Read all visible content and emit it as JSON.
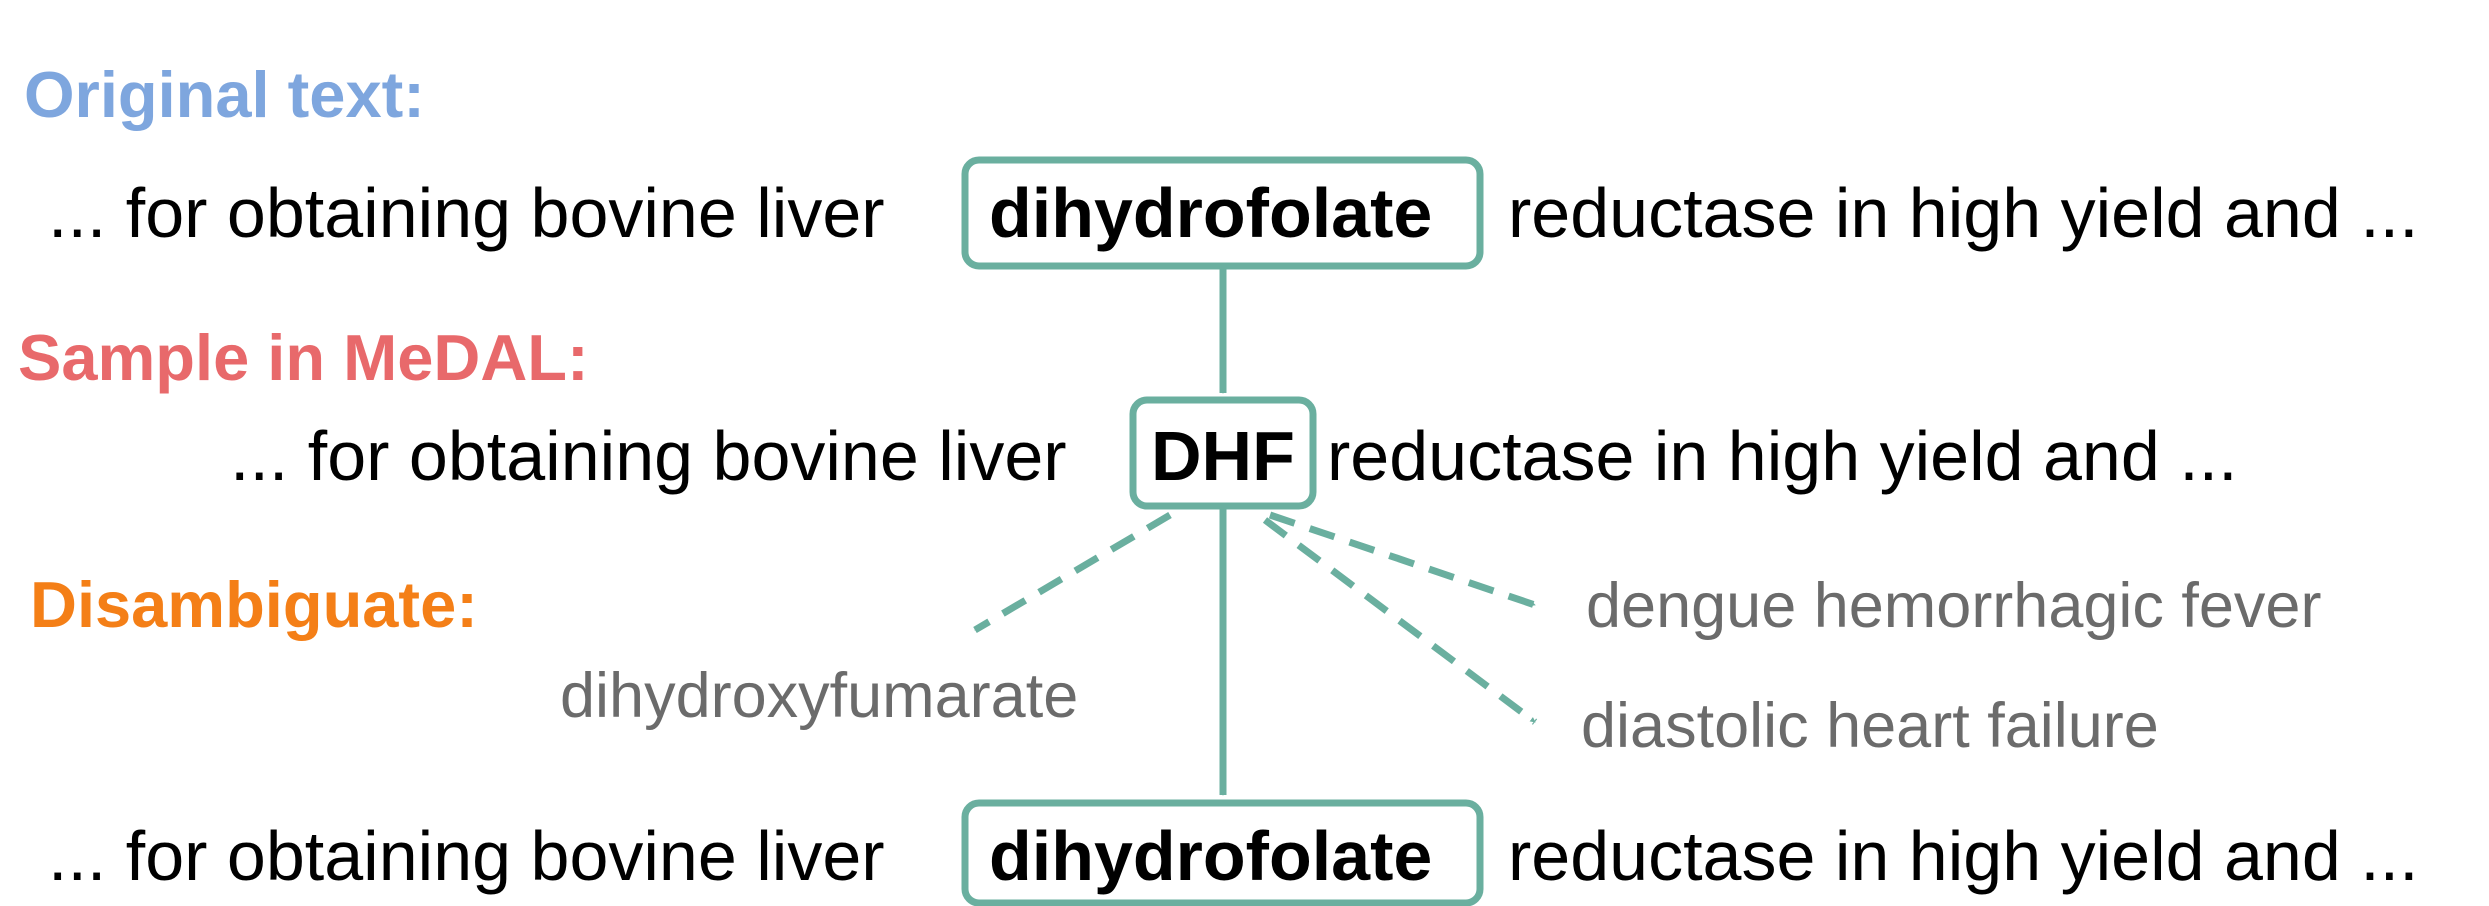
{
  "colors": {
    "original_label": "#7EA6DE",
    "sample_label": "#E8696B",
    "disambiguate_label": "#F47F17",
    "accent": "#6AAF9F",
    "candidate_text": "#6B6B6B",
    "body_text": "#000000"
  },
  "labels": {
    "original": "Original text:",
    "sample": "Sample in MeDAL:",
    "disambiguate": "Disambiguate:"
  },
  "original_sentence": {
    "before": "... for obtaining bovine liver",
    "term": "dihydrofolate",
    "after": "reductase in high yield and ..."
  },
  "sample_sentence": {
    "before": "... for obtaining bovine liver",
    "term": "DHF",
    "after": "reductase in high yield and ..."
  },
  "candidates": {
    "dihydroxyfumarate": "dihydroxyfumarate",
    "dengue": "dengue hemorrhagic fever",
    "diastolic": "diastolic heart failure"
  },
  "result_sentence": {
    "before": "... for obtaining bovine liver",
    "term": "dihydrofolate",
    "after": "reductase in high yield and ..."
  }
}
